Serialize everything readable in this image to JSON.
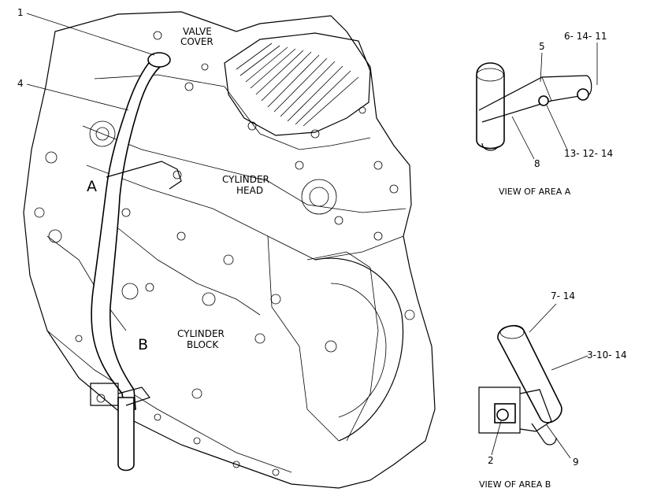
{
  "labels": {
    "valve_cover_1": "VALVE",
    "valve_cover_2": "COVER",
    "cylinder_head_1": "CYLINDER",
    "cylinder_head_2": "HEAD",
    "cylinder_block_1": "CYLINDER",
    "cylinder_block_2": "BLOCK",
    "area_a": "A",
    "area_b": "B"
  },
  "callouts": {
    "c1": "1",
    "c4": "4",
    "c5": "5",
    "c6_14_11": "6- 14- 11",
    "c8": "8",
    "c13_12_14": "13- 12- 14",
    "c7_14": "7- 14",
    "c3_10_14": "3-10- 14",
    "c2": "2",
    "c9": "9"
  },
  "views": {
    "view_a": "VIEW OF AREA  A",
    "view_b": "VIEW OF AREA  B"
  }
}
